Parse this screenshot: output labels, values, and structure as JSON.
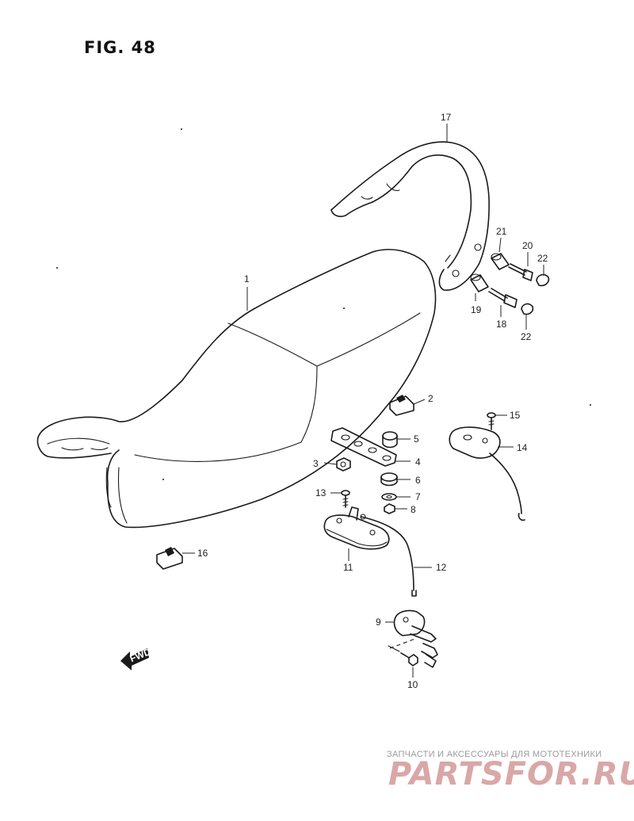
{
  "figure": {
    "title": "FIG. 48"
  },
  "fwd_arrow": {
    "label": "FWD"
  },
  "callouts": [
    {
      "id": "c1",
      "text": "1"
    },
    {
      "id": "c2",
      "text": "2"
    },
    {
      "id": "c3",
      "text": "3"
    },
    {
      "id": "c4",
      "text": "4"
    },
    {
      "id": "c5",
      "text": "5"
    },
    {
      "id": "c6",
      "text": "6"
    },
    {
      "id": "c7",
      "text": "7"
    },
    {
      "id": "c8",
      "text": "8"
    },
    {
      "id": "c9",
      "text": "9"
    },
    {
      "id": "c10",
      "text": "10"
    },
    {
      "id": "c11",
      "text": "11"
    },
    {
      "id": "c12",
      "text": "12"
    },
    {
      "id": "c13",
      "text": "13"
    },
    {
      "id": "c14",
      "text": "14"
    },
    {
      "id": "c15",
      "text": "15"
    },
    {
      "id": "c16",
      "text": "16"
    },
    {
      "id": "c17",
      "text": "17"
    },
    {
      "id": "c18",
      "text": "18"
    },
    {
      "id": "c19",
      "text": "19"
    },
    {
      "id": "c20",
      "text": "20"
    },
    {
      "id": "c21",
      "text": "21"
    },
    {
      "id": "c22a",
      "text": "22"
    },
    {
      "id": "c22b",
      "text": "22"
    }
  ],
  "watermark": {
    "tagline": "ЗАПЧАСТИ И АКСЕССУАРЫ ДЛЯ МОТОТЕХНИКИ",
    "logo": "PARTSFOR.RU"
  }
}
